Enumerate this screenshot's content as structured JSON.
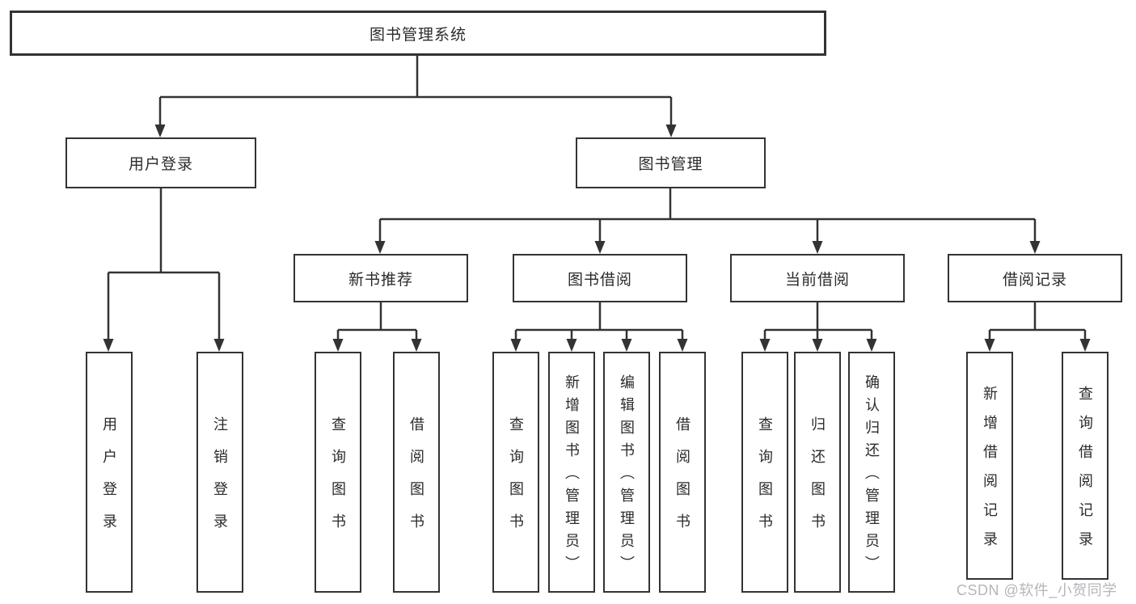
{
  "diagram": {
    "root": "图书管理系统",
    "user_login": {
      "label": "用户登录",
      "login": "用户登录",
      "logout": "注销登录"
    },
    "book_mgmt": {
      "label": "图书管理",
      "new_book": {
        "label": "新书推荐",
        "query": "查询图书",
        "borrow": "借阅图书"
      },
      "book_borrow": {
        "label": "图书借阅",
        "query": "查询图书",
        "add": "新增图书（管理员）",
        "edit": "编辑图书（管理员）",
        "borrow": "借阅图书"
      },
      "current_borrow": {
        "label": "当前借阅",
        "query": "查询图书",
        "return": "归还图书",
        "confirm": "确认归还（管理员）"
      },
      "borrow_records": {
        "label": "借阅记录",
        "add": "新增借阅记录",
        "query": "查询借阅记录"
      }
    }
  },
  "watermark": "CSDN @软件_小贺同学",
  "colors": {
    "line": "#333333",
    "border": "#333333",
    "text": "#2b2b2b",
    "watermark": "#b3b6bb",
    "background": "#ffffff"
  }
}
